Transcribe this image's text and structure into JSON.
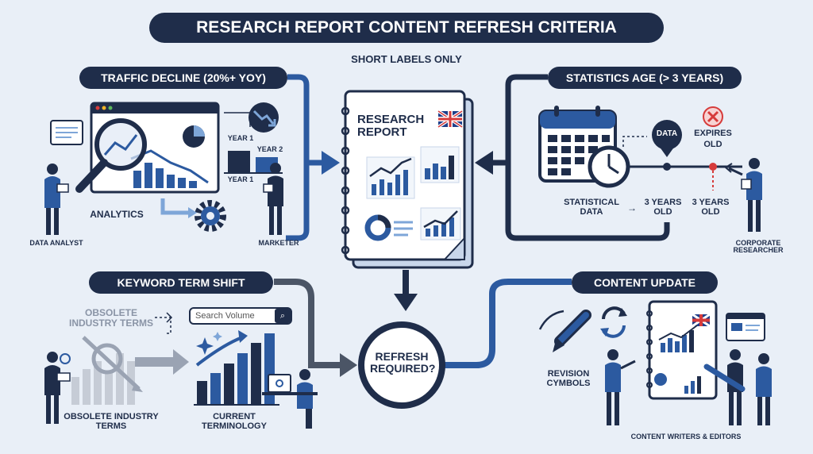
{
  "title": "RESEARCH REPORT CONTENT REFRESH CRITERIA",
  "subtitle": "SHORT LABELS ONLY",
  "colors": {
    "navy": "#1f2d4a",
    "blue": "#2c5aa0",
    "light_blue": "#7ea6d8",
    "red": "#d63b3b",
    "bg": "#e9eff7"
  },
  "traffic": {
    "header": "TRAFFIC DECLINE (20%+ YOY)",
    "analytics": "ANALYTICS",
    "data_analyst": "DATA ANALYST",
    "marketer": "MARKETER",
    "year1_top": "YEAR 1",
    "year2": "YEAR 2",
    "year1_bottom": "YEAR 1"
  },
  "statistics": {
    "header": "STATISTICS AGE (> 3 YEARS)",
    "data_pin": "DATA",
    "expires": "EXPIRES",
    "old_top": "OLD",
    "statistical_data": "STATISTICAL DATA",
    "three_years_old_a": "3 YEARS OLD",
    "three_years_old_b": "3 YEARS OLD",
    "corporate_researcher": "CORPORATE RESEARCHER"
  },
  "report": {
    "title": "RESEARCH REPORT"
  },
  "keyword": {
    "header": "KEYWORD TERM SHIFT",
    "obsolete_top": "OBSOLETE INDUSTRY TERMS",
    "search_placeholder": "Search Volume",
    "obsolete_bottom": "OBSOLETE INDUSTRY TERMS",
    "current_terminology": "CURRENT TERMINOLOGY"
  },
  "decision": {
    "text": "REFRESH REQUIRED?"
  },
  "update": {
    "header": "CONTENT UPDATE",
    "revision_cymbols": "REVISION CYMBOLS",
    "writers": "CONTENT WRITERS & EDITORS"
  }
}
